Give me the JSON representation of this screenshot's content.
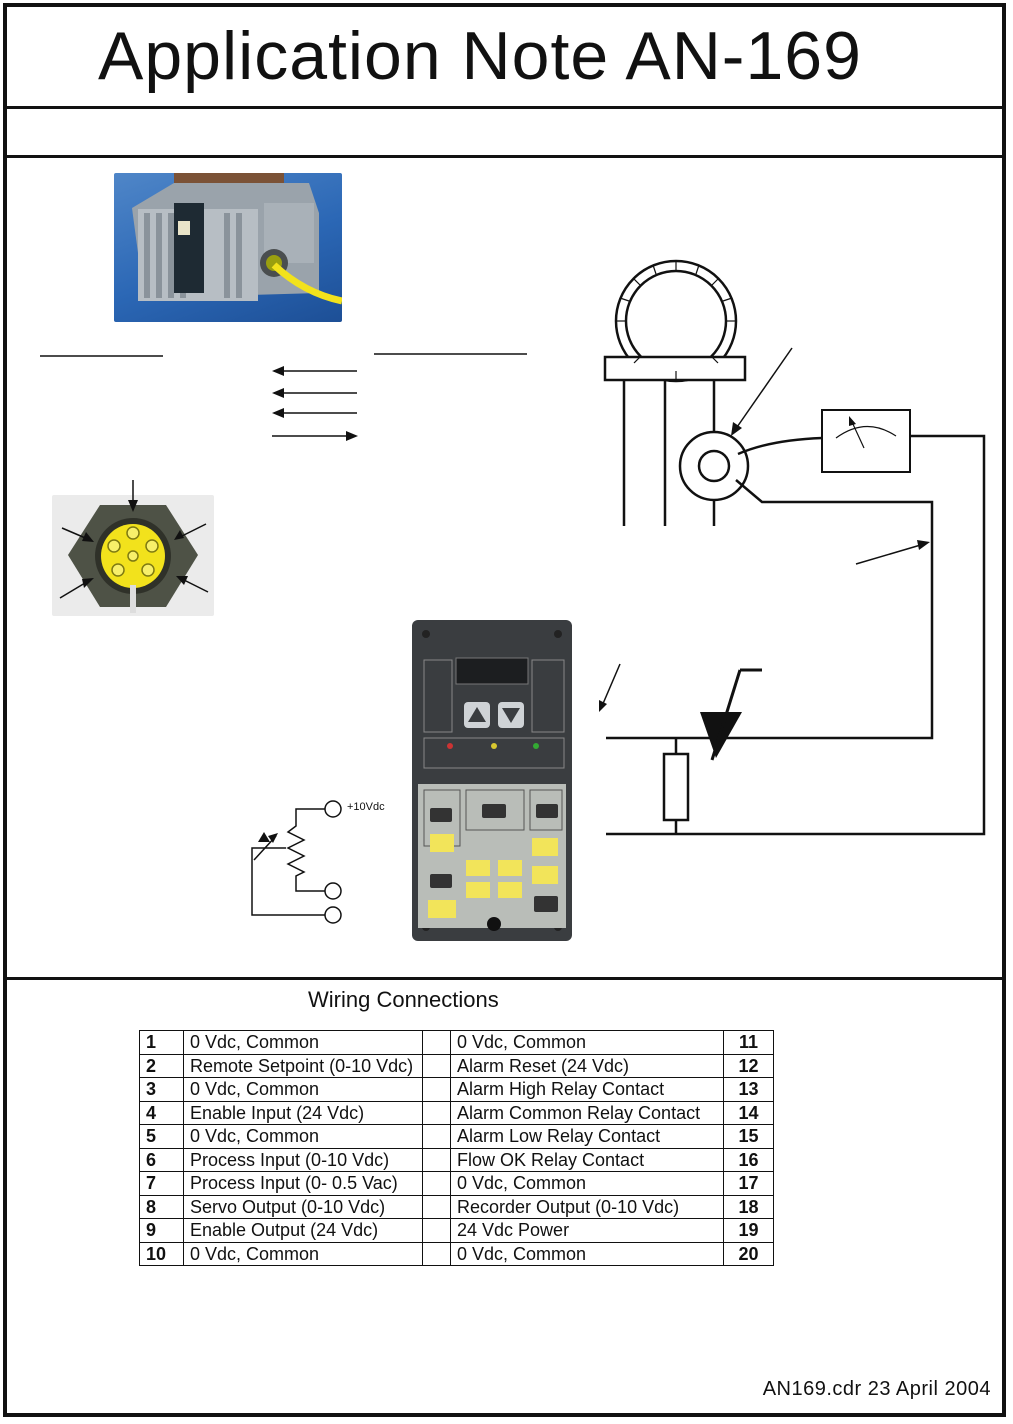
{
  "header": {
    "title": "Application Note AN-169"
  },
  "diagram": {
    "pot_label": "+10Vdc"
  },
  "wiring": {
    "title": "Wiring Connections",
    "rows": [
      {
        "left_num": "1",
        "left_desc": "0 Vdc,  Common",
        "right_desc": "0 Vdc,  Common",
        "right_num": "11"
      },
      {
        "left_num": "2",
        "left_desc": "Remote Setpoint (0-10 Vdc)",
        "right_desc": "Alarm Reset (24 Vdc)",
        "right_num": "12"
      },
      {
        "left_num": "3",
        "left_desc": "0 Vdc,  Common",
        "right_desc": "Alarm High Relay Contact",
        "right_num": "13"
      },
      {
        "left_num": "4",
        "left_desc": "Enable Input (24 Vdc)",
        "right_desc": "Alarm Common Relay Contact",
        "right_num": "14"
      },
      {
        "left_num": "5",
        "left_desc": "0 Vdc,  Common",
        "right_desc": "Alarm Low Relay Contact",
        "right_num": "15"
      },
      {
        "left_num": "6",
        "left_desc": "Process Input (0-10 Vdc)",
        "right_desc": "Flow  OK  Relay Contact",
        "right_num": "16"
      },
      {
        "left_num": "7",
        "left_desc": "Process Input (0- 0.5 Vac)",
        "right_desc": "0 Vdc,  Common",
        "right_num": "17"
      },
      {
        "left_num": "8",
        "left_desc": "Servo Output (0-10 Vdc)",
        "right_desc": "Recorder Output (0-10 Vdc)",
        "right_num": "18"
      },
      {
        "left_num": "9",
        "left_desc": "Enable Output (24 Vdc)",
        "right_desc": "24 Vdc Power",
        "right_num": "19"
      },
      {
        "left_num": "10",
        "left_desc": "0 Vdc,  Common",
        "right_desc": "0 Vdc,  Common",
        "right_num": "20"
      }
    ]
  },
  "footer": {
    "file_date": "AN169.cdr  23 April 2004"
  },
  "colors": {
    "unit_photo_bg": "#2b67b5",
    "connector_yellow": "#f2e21c",
    "panel_dark": "#3a3d40"
  },
  "icons": {
    "unit_photo": "servo-unit-photo",
    "connector_photo": "connector-pinout-photo",
    "panel_photo": "control-panel-photo"
  }
}
